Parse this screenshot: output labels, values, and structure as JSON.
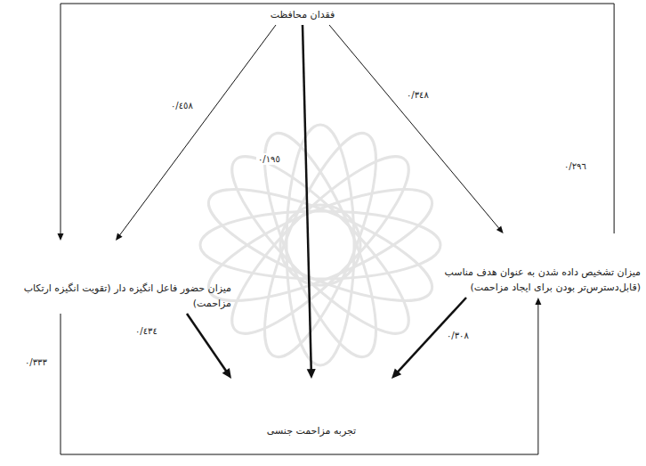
{
  "diagram": {
    "nodes": [
      {
        "text": [
          "فقدان محافظت"
        ]
      },
      {
        "text": [
          "میزان حضور فاعل انگیزه دار (تقویت انگیزه ارتکاب مزاحمت)"
        ]
      },
      {
        "text": [
          "میزان تشخیص داده شدن به عنوان هدف مناسب (قابل‌دسترس‌تر بودن برای ایجاد مزاحمت)"
        ]
      },
      {
        "text": [
          "تجربه مزاحمت جنسی"
        ]
      }
    ],
    "edges": [
      {
        "from": 0,
        "to": 1,
        "arrow": "to",
        "label": "٠/٤٥٨"
      },
      {
        "from": 0,
        "to": 3,
        "arrow": "to",
        "label": "٠/١٩٥"
      },
      {
        "from": 0,
        "to": 2,
        "arrow": "to",
        "label": "٠/٣٤٨"
      },
      {
        "from": 1,
        "to": 3,
        "arrow": "to",
        "label": "٠/٤٣٤"
      },
      {
        "from": 2,
        "to": 3,
        "arrow": "to",
        "label": "٠/٣٠٨"
      },
      {
        "from": 2,
        "to": 1,
        "arrow": "to",
        "label": "٠/٢٩٦"
      },
      {
        "from": 1,
        "to": 2,
        "arrow": "to",
        "label": "٠/٣٣٣"
      }
    ]
  }
}
